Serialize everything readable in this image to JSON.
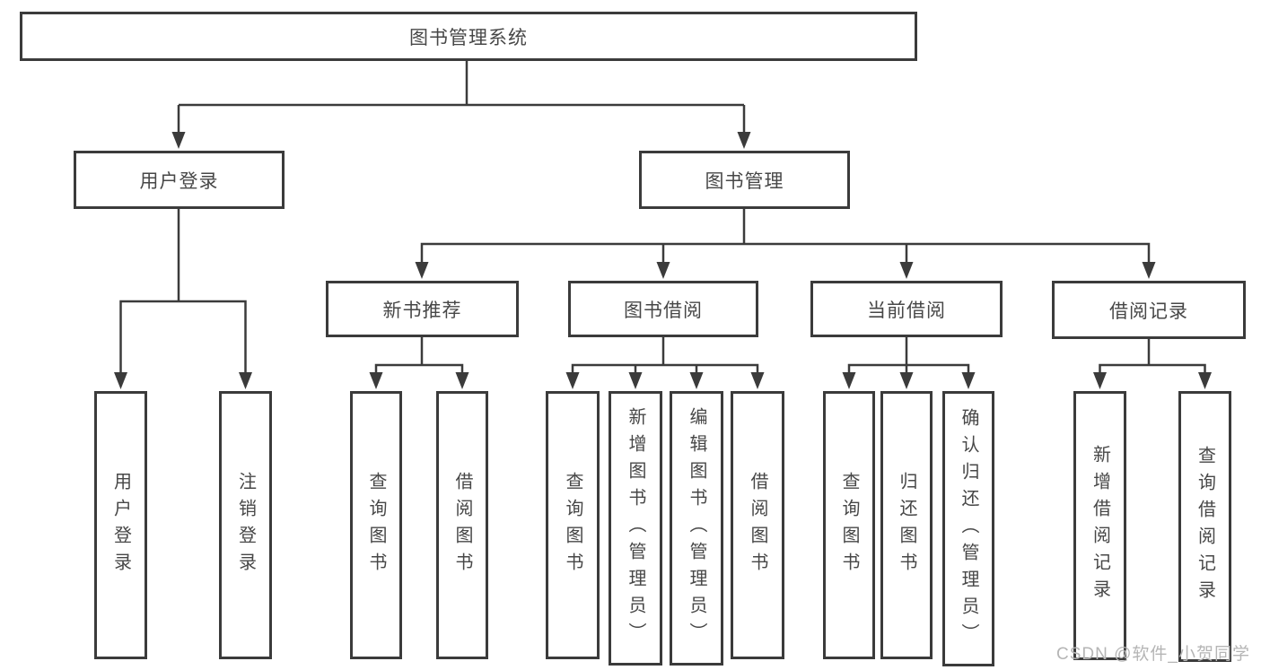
{
  "diagram_title": "图书管理系统",
  "nodes": {
    "root": {
      "label": "图书管理系统"
    },
    "branches": [
      {
        "label": "用户登录"
      },
      {
        "label": "图书管理"
      }
    ],
    "modules": [
      {
        "label": "新书推荐",
        "parent": "图书管理"
      },
      {
        "label": "图书借阅",
        "parent": "图书管理"
      },
      {
        "label": "当前借阅",
        "parent": "图书管理"
      },
      {
        "label": "借阅记录",
        "parent": "图书管理"
      }
    ],
    "leaves": [
      {
        "label": "用户登录",
        "parent": "用户登录"
      },
      {
        "label": "注销登录",
        "parent": "用户登录"
      },
      {
        "label": "查询图书",
        "parent": "新书推荐"
      },
      {
        "label": "借阅图书",
        "parent": "新书推荐"
      },
      {
        "label": "查询图书",
        "parent": "图书借阅"
      },
      {
        "label": "新增图书（管理员）",
        "parent": "图书借阅"
      },
      {
        "label": "编辑图书（管理员）",
        "parent": "图书借阅"
      },
      {
        "label": "借阅图书",
        "parent": "图书借阅"
      },
      {
        "label": "查询图书",
        "parent": "当前借阅"
      },
      {
        "label": "归还图书",
        "parent": "当前借阅"
      },
      {
        "label": "确认归还（管理员）",
        "parent": "当前借阅"
      },
      {
        "label": "新增借阅记录",
        "parent": "借阅记录"
      },
      {
        "label": "查询借阅记录",
        "parent": "借阅记录"
      }
    ]
  },
  "watermark": {
    "text": "CSDN @软件_小贺同学"
  },
  "colors": {
    "line": "#3b3b3b",
    "text": "#474747",
    "watermark": "#b5b5b5",
    "background": "#ffffff"
  }
}
